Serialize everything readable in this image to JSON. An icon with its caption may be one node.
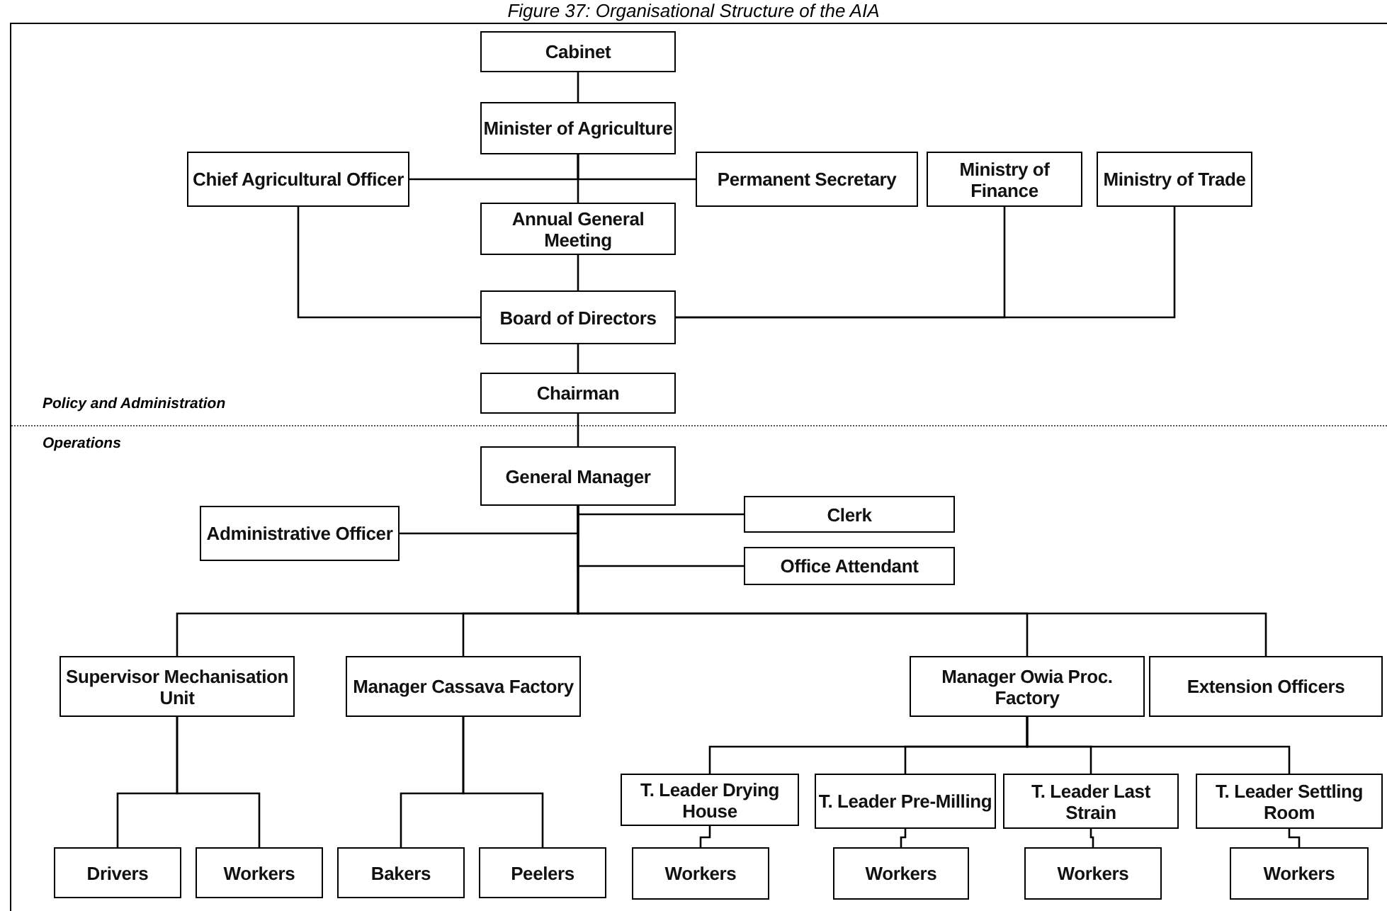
{
  "diagram": {
    "title": "Figure 37: Organisational Structure of the AIA",
    "nodes": [
      {
        "text": [
          "Cabinet"
        ]
      },
      {
        "text": [
          "Minister of Agriculture"
        ]
      },
      {
        "text": [
          "Chief Agricultural Officer"
        ]
      },
      {
        "text": [
          "Permanent Secretary"
        ]
      },
      {
        "text": [
          "Ministry of Finance"
        ]
      },
      {
        "text": [
          "Ministry of Trade"
        ]
      },
      {
        "text": [
          "Annual General Meeting"
        ]
      },
      {
        "text": [
          "Board of Directors"
        ]
      },
      {
        "text": [
          "Chairman"
        ]
      },
      {
        "text": [
          "General Manager"
        ]
      },
      {
        "text": [
          "Administrative Officer"
        ]
      },
      {
        "text": [
          "Clerk"
        ]
      },
      {
        "text": [
          "Office Attendant"
        ]
      },
      {
        "text": [
          "Supervisor Mechanisation Unit"
        ]
      },
      {
        "text": [
          "Manager Cassava Factory"
        ]
      },
      {
        "text": [
          "Manager Owia Proc. Factory"
        ]
      },
      {
        "text": [
          "Extension Officers"
        ]
      },
      {
        "text": [
          "T. Leader Drying House"
        ]
      },
      {
        "text": [
          "T. Leader Pre-Milling"
        ]
      },
      {
        "text": [
          "T. Leader Last Strain"
        ]
      },
      {
        "text": [
          "T. Leader Settling Room"
        ]
      },
      {
        "text": [
          "Drivers"
        ]
      },
      {
        "text": [
          "Workers"
        ]
      },
      {
        "text": [
          "Bakers"
        ]
      },
      {
        "text": [
          "Peelers"
        ]
      },
      {
        "text": [
          "Workers"
        ]
      },
      {
        "text": [
          "Workers"
        ]
      },
      {
        "text": [
          "Workers"
        ]
      },
      {
        "text": [
          "Workers"
        ]
      }
    ],
    "edges": [
      {
        "from": 0,
        "to": 1,
        "arrow": "none"
      },
      {
        "from": 1,
        "to": 2,
        "arrow": "none"
      },
      {
        "from": 1,
        "to": 3,
        "arrow": "none"
      },
      {
        "from": 1,
        "to": 6,
        "arrow": "none"
      },
      {
        "from": 6,
        "to": 7,
        "arrow": "none"
      },
      {
        "from": 2,
        "to": 7,
        "arrow": "none"
      },
      {
        "from": 4,
        "to": 7,
        "arrow": "none"
      },
      {
        "from": 5,
        "to": 7,
        "arrow": "none"
      },
      {
        "from": 7,
        "to": 8,
        "arrow": "none"
      },
      {
        "from": 8,
        "to": 9,
        "arrow": "none"
      },
      {
        "from": 9,
        "to": 10,
        "arrow": "none"
      },
      {
        "from": 9,
        "to": 11,
        "arrow": "none"
      },
      {
        "from": 9,
        "to": 12,
        "arrow": "none"
      },
      {
        "from": 9,
        "to": 13,
        "arrow": "none"
      },
      {
        "from": 9,
        "to": 14,
        "arrow": "none"
      },
      {
        "from": 9,
        "to": 15,
        "arrow": "none"
      },
      {
        "from": 9,
        "to": 16,
        "arrow": "none"
      },
      {
        "from": 13,
        "to": 21,
        "arrow": "none"
      },
      {
        "from": 13,
        "to": 22,
        "arrow": "none"
      },
      {
        "from": 14,
        "to": 23,
        "arrow": "none"
      },
      {
        "from": 14,
        "to": 24,
        "arrow": "none"
      },
      {
        "from": 15,
        "to": 17,
        "arrow": "none"
      },
      {
        "from": 15,
        "to": 18,
        "arrow": "none"
      },
      {
        "from": 15,
        "to": 19,
        "arrow": "none"
      },
      {
        "from": 15,
        "to": 20,
        "arrow": "none"
      },
      {
        "from": 17,
        "to": 25,
        "arrow": "none"
      },
      {
        "from": 18,
        "to": 26,
        "arrow": "none"
      },
      {
        "from": 19,
        "to": 27,
        "arrow": "none"
      },
      {
        "from": 20,
        "to": 28,
        "arrow": "none"
      }
    ],
    "labels": [
      "Policy and Administration",
      "Operations"
    ]
  }
}
